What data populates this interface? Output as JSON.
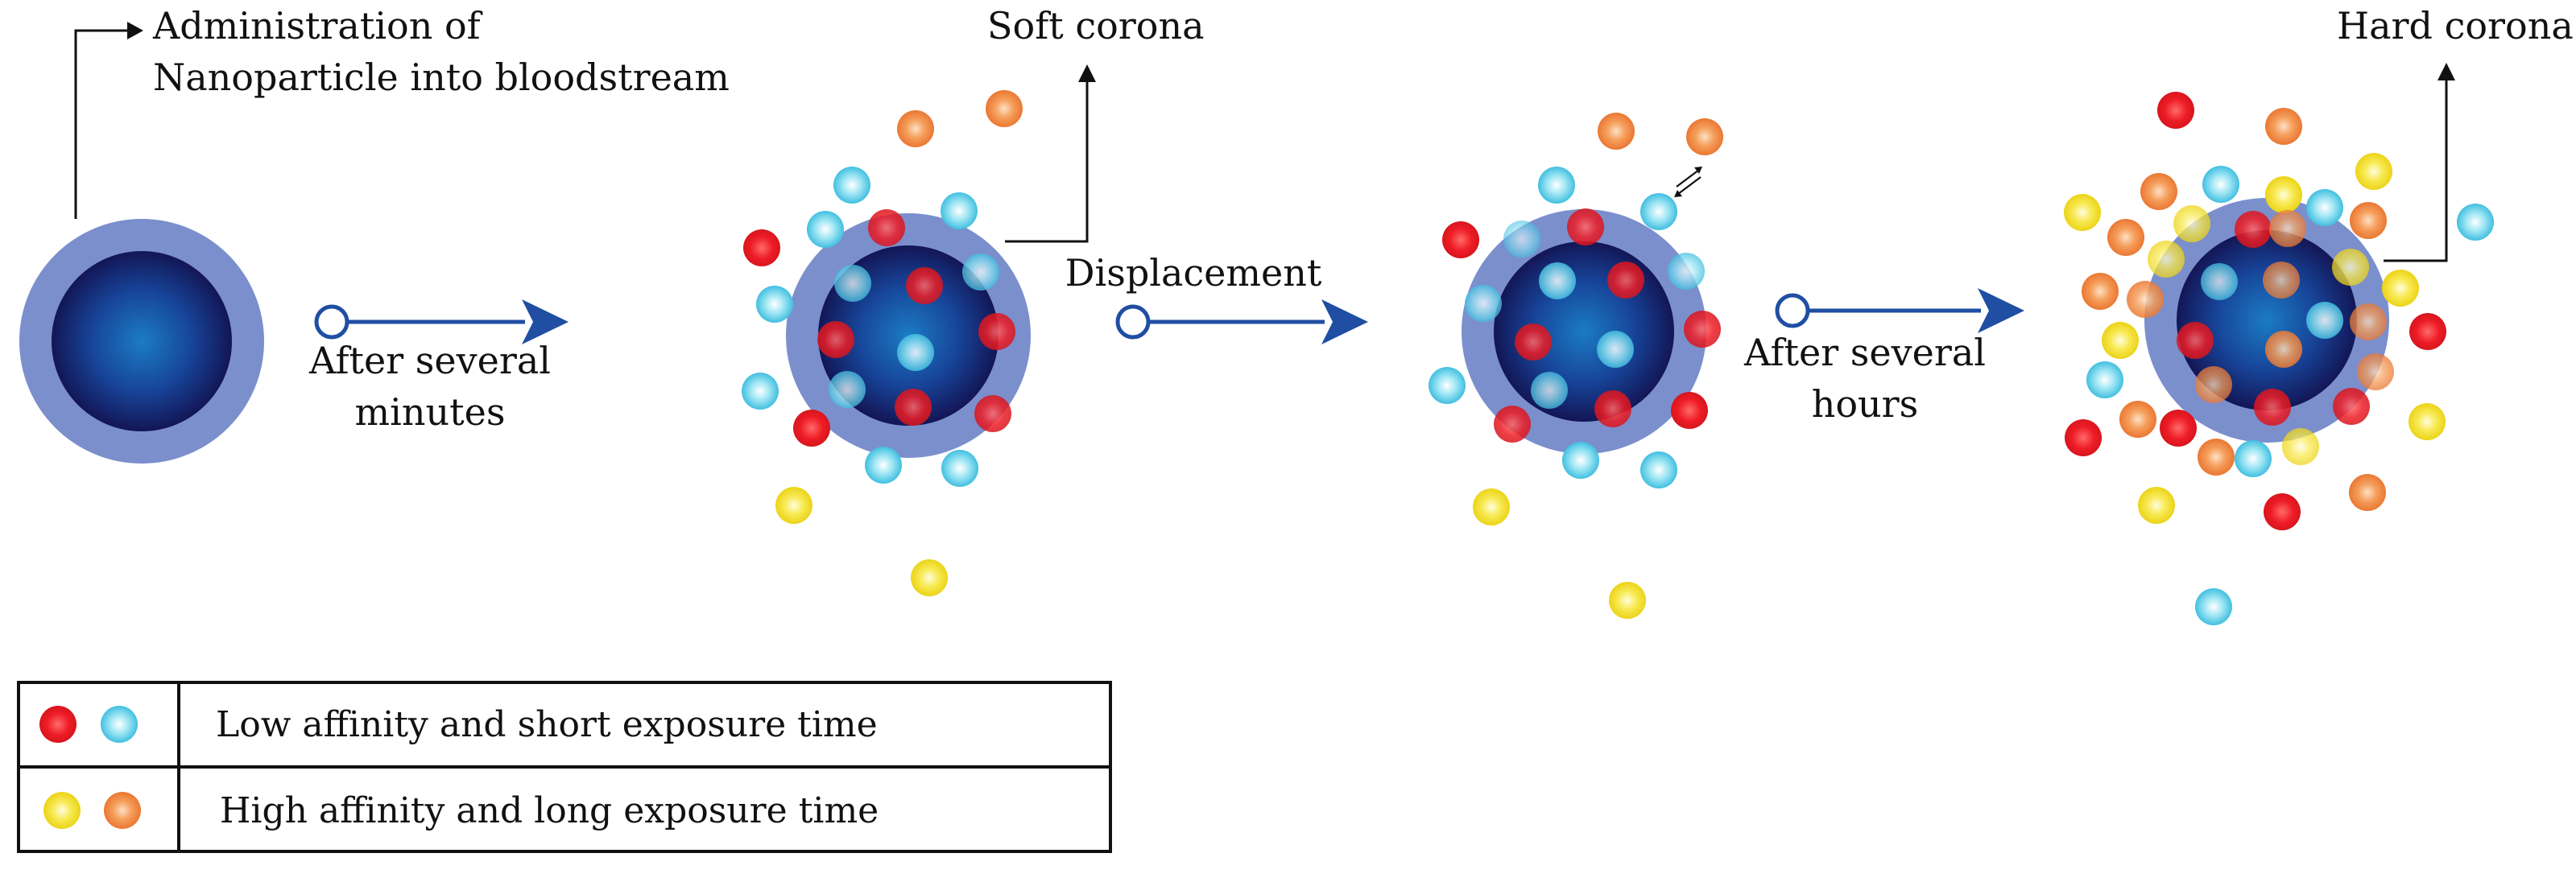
{
  "labels": {
    "administration_line1": "Administration of",
    "administration_line2": "Nanoparticle into bloodstream",
    "soft_corona": "Soft corona",
    "hard_corona": "Hard corona",
    "displacement": "Displacement",
    "after_minutes_line1": "After several",
    "after_minutes_line2": "minutes",
    "after_hours_line1": "After several",
    "after_hours_line2": "hours"
  },
  "legend": {
    "row1": {
      "text": "Low affinity and short exposure time",
      "colors": [
        "red",
        "cyan"
      ]
    },
    "row2": {
      "text": "High affinity and long exposure time",
      "colors": [
        "yellow",
        "orange"
      ]
    }
  },
  "colors": {
    "shell": "#7b8fcd",
    "core_center": "#1a6fb8",
    "core_edge": "#141a5a",
    "arrow": "#1f4ea3",
    "red": "#ee1c25",
    "cyan": "#4ac9e3",
    "yellow": "#f4e01d",
    "orange": "#f08a3e"
  }
}
